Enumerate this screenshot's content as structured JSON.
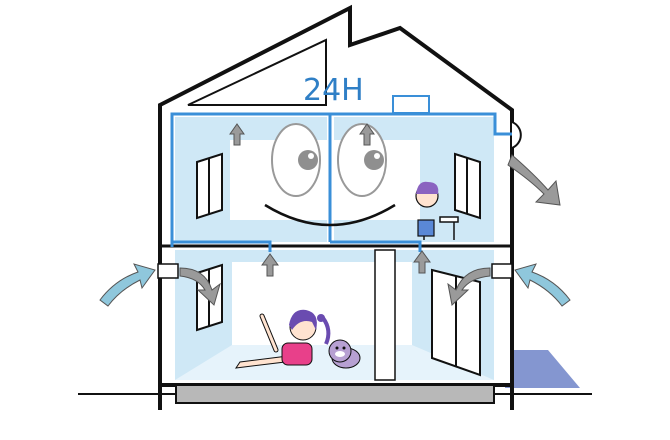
{
  "diagram": {
    "label": "24H",
    "colors": {
      "outline": "#111111",
      "duct": "#3a8fd8",
      "room_fill": "#cfe8f6",
      "arrow_fill": "#9a9a9a",
      "outside_arrow": "#8fc7dc",
      "shadow": "#6f84c8",
      "foundation": "#b8b8b8",
      "character_hair": "#6a4bb0",
      "character_shirt": "#e8408a",
      "dog": "#b7a0d2"
    },
    "icons": [
      "intake-arrow-left",
      "intake-arrow-right",
      "exhaust-arrow",
      "supply-arrow",
      "smiling-face",
      "vent-unit"
    ]
  }
}
